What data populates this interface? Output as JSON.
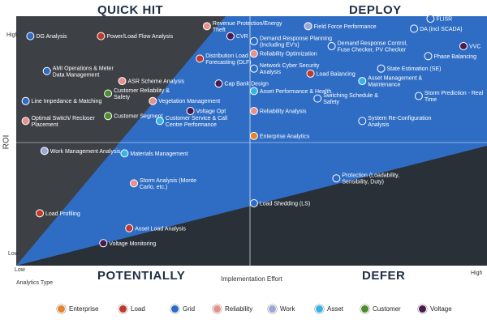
{
  "quadrants": {
    "top_left": "QUICK HIT",
    "top_right": "DEPLOY",
    "bottom_left": "POTENTIALLY",
    "bottom_right": "DEFER"
  },
  "axes": {
    "y_title": "ROI",
    "y_high": "High",
    "y_low": "Low",
    "x_title": "Implementation Effort",
    "x_low": "Low",
    "x_high": "High",
    "x_caption": "Analytics Type"
  },
  "colors": {
    "Enterprise": "#e8822a",
    "Load": "#c0392b",
    "Grid": "#2e6bc6",
    "Reliability": "#e8908c",
    "Work": "#9aa7d4",
    "Asset": "#36b3e6",
    "Customer": "#4c8c2b",
    "Voltage": "#4a1a4e"
  },
  "legend": [
    "Enterprise",
    "Load",
    "Grid",
    "Reliability",
    "Work",
    "Asset",
    "Customer",
    "Voltage"
  ],
  "chart_data": {
    "type": "scatter",
    "xlim": [
      0,
      10
    ],
    "ylim": [
      0,
      10
    ],
    "points": [
      {
        "label": "DG Analysis",
        "category": "Grid",
        "x": 0.6,
        "y": 9.2
      },
      {
        "label": "Power/Load Flow Analysis",
        "category": "Load",
        "x": 3.6,
        "y": 9.2
      },
      {
        "label": "Revenue Protection/Energy Theft",
        "category": "Reliability",
        "x": 8.1,
        "y": 9.6
      },
      {
        "label": "CVR",
        "category": "Voltage",
        "x": 9.1,
        "y": 9.2
      },
      {
        "label": "Demand Response Planning (Including EV's)",
        "category": "Grid",
        "x": 10.1,
        "y": 9.0
      },
      {
        "label": "Field Force Performance",
        "category": "Work",
        "x": 12.4,
        "y": 9.6
      },
      {
        "label": "FLISR",
        "category": "Grid",
        "x": 17.6,
        "y": 9.9
      },
      {
        "label": "DA (incl SCADA)",
        "category": "Grid",
        "x": 16.9,
        "y": 9.5
      },
      {
        "label": "VVC",
        "category": "Voltage",
        "x": 19.0,
        "y": 8.8
      },
      {
        "label": "Demand Response Control, Fuse Checker, PV Checker",
        "category": "Grid",
        "x": 13.4,
        "y": 8.8
      },
      {
        "label": "Reliability Optimization",
        "category": "Reliability",
        "x": 10.1,
        "y": 8.5
      },
      {
        "label": "Distribution Load Forecasting (DLF)",
        "category": "Load",
        "x": 7.8,
        "y": 8.3
      },
      {
        "label": "Phase Balancing",
        "category": "Grid",
        "x": 17.5,
        "y": 8.4
      },
      {
        "label": "Network Cyber Security Analysis",
        "category": "Grid",
        "x": 10.1,
        "y": 7.9
      },
      {
        "label": "Load Balancing",
        "category": "Load",
        "x": 12.5,
        "y": 7.7
      },
      {
        "label": "State Estimation (SE)",
        "category": "Grid",
        "x": 15.5,
        "y": 7.9
      },
      {
        "label": "AMI Operations & Meter Data Management",
        "category": "Grid",
        "x": 1.3,
        "y": 7.8
      },
      {
        "label": "ASR Scheme Analysis",
        "category": "Reliability",
        "x": 4.5,
        "y": 7.4
      },
      {
        "label": "Asset Management & Maintenance",
        "category": "Asset",
        "x": 14.7,
        "y": 7.4
      },
      {
        "label": "Cap Bank Design",
        "category": "Voltage",
        "x": 8.6,
        "y": 7.3
      },
      {
        "label": "Customer Reliability & Safety",
        "category": "Customer",
        "x": 3.9,
        "y": 6.9
      },
      {
        "label": "Asset Performance & Health",
        "category": "Asset",
        "x": 10.1,
        "y": 7.0
      },
      {
        "label": "Storm Prediction - Real Time",
        "category": "Grid",
        "x": 17.1,
        "y": 6.8
      },
      {
        "label": "Switching Schedule & Safety",
        "category": "Grid",
        "x": 12.8,
        "y": 6.7
      },
      {
        "label": "Line Impedance & Matching",
        "category": "Grid",
        "x": 0.4,
        "y": 6.6
      },
      {
        "label": "Vegetation Management",
        "category": "Reliability",
        "x": 5.8,
        "y": 6.6
      },
      {
        "label": "Voltage Opt",
        "category": "Voltage",
        "x": 7.4,
        "y": 6.2
      },
      {
        "label": "Reliability Analysis",
        "category": "Reliability",
        "x": 10.1,
        "y": 6.2
      },
      {
        "label": "Customer Segment",
        "category": "Customer",
        "x": 3.9,
        "y": 6.0
      },
      {
        "label": "Optimal Switch/ Recloser Placement",
        "category": "Reliability",
        "x": 0.4,
        "y": 5.8
      },
      {
        "label": "Customer Service & Call Centre Performance",
        "category": "Asset",
        "x": 6.1,
        "y": 5.8
      },
      {
        "label": "System Re-Configuration Analysis",
        "category": "Grid",
        "x": 14.7,
        "y": 5.8
      },
      {
        "label": "Enterprise Analytics",
        "category": "Enterprise",
        "x": 10.1,
        "y": 5.2
      },
      {
        "label": "Work Management Analysis",
        "category": "Work",
        "x": 1.2,
        "y": 4.6
      },
      {
        "label": "Materials Management",
        "category": "Asset",
        "x": 4.6,
        "y": 4.5
      },
      {
        "label": "Protection (Loadability, Sensibility, Duty)",
        "category": "Grid",
        "x": 13.6,
        "y": 3.5
      },
      {
        "label": "Storm Analysis (Monte Carlo, etc.)",
        "category": "Reliability",
        "x": 5.0,
        "y": 3.3
      },
      {
        "label": "Load Shedding (LS)",
        "category": "Grid",
        "x": 10.1,
        "y": 2.5
      },
      {
        "label": "Load Profiling",
        "category": "Load",
        "x": 1.0,
        "y": 2.1
      },
      {
        "label": "Asset Load Analysis",
        "category": "Load",
        "x": 4.8,
        "y": 1.5
      },
      {
        "label": "Voltage Monitoring",
        "category": "Voltage",
        "x": 3.7,
        "y": 0.9
      }
    ]
  }
}
